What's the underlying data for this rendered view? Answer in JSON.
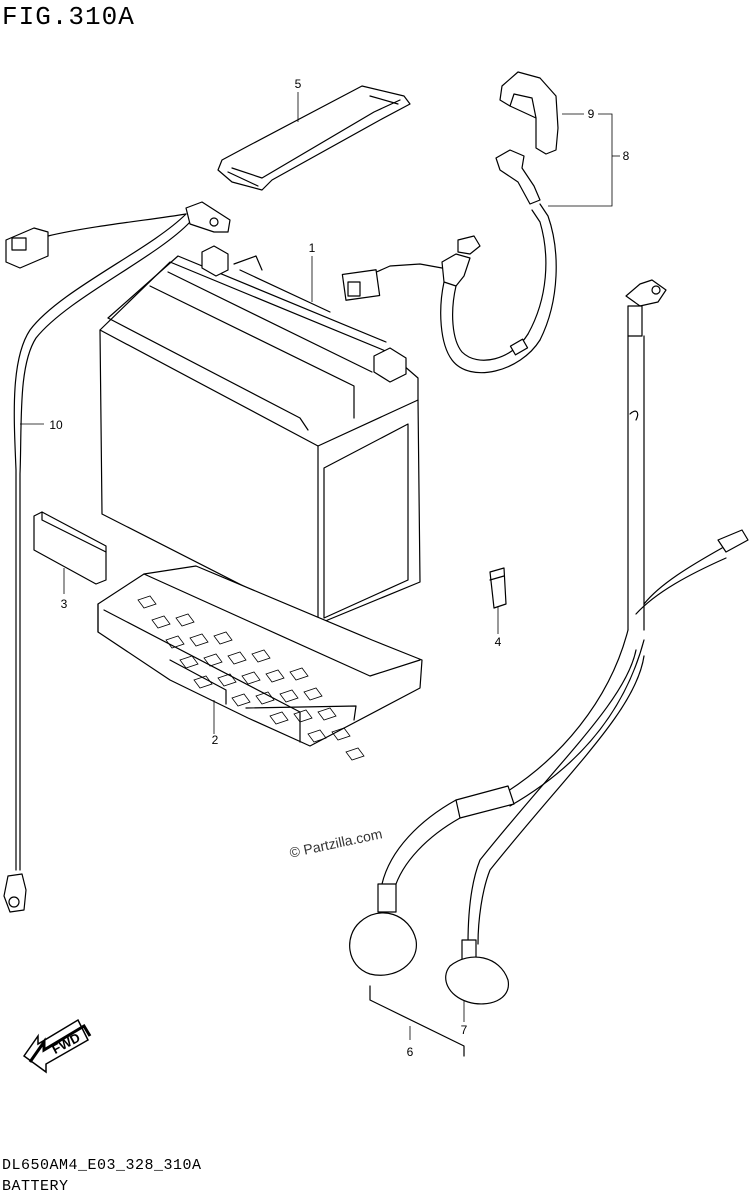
{
  "figure": {
    "title": "FIG.310A",
    "model_code": "DL650AM4_E03_328_310A",
    "section_name": "BATTERY"
  },
  "callouts": [
    {
      "id": "1",
      "label": "1"
    },
    {
      "id": "2",
      "label": "2"
    },
    {
      "id": "3",
      "label": "3"
    },
    {
      "id": "4",
      "label": "4"
    },
    {
      "id": "5",
      "label": "5"
    },
    {
      "id": "6",
      "label": "6"
    },
    {
      "id": "7",
      "label": "7"
    },
    {
      "id": "8",
      "label": "8"
    },
    {
      "id": "9",
      "label": "9"
    },
    {
      "id": "10",
      "label": "10"
    }
  ],
  "watermark": "© Partzilla.com",
  "direction_badge": "FWD"
}
